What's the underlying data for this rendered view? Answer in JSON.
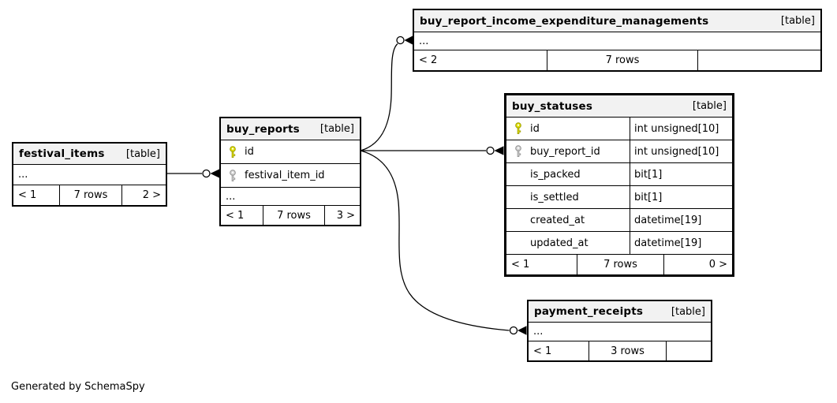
{
  "page": {
    "footer_note": "Generated by SchemaSpy"
  },
  "colors": {
    "header_bg": "#f2f2f2",
    "border": "#000000",
    "pk_key": "#e4e400",
    "fk_key": "#d6d6d6"
  },
  "icons": {
    "primary_key": "key-icon-yellow",
    "foreign_key": "key-icon-gray"
  },
  "tables": {
    "festival_items": {
      "name": "festival_items",
      "tag": "[table]",
      "ellipsis": "...",
      "footer": {
        "left": "< 1",
        "center": "7 rows",
        "right": "2 >"
      }
    },
    "buy_reports": {
      "name": "buy_reports",
      "tag": "[table]",
      "ellipsis": "...",
      "columns": [
        {
          "name": "id",
          "key": "primary"
        },
        {
          "name": "festival_item_id",
          "key": "foreign"
        }
      ],
      "footer": {
        "left": "< 1",
        "center": "7 rows",
        "right": "3 >"
      }
    },
    "buy_report_income_expenditure_managements": {
      "name": "buy_report_income_expenditure_managements",
      "tag": "[table]",
      "ellipsis": "...",
      "footer": {
        "left": "< 2",
        "center": "7 rows",
        "right": ""
      }
    },
    "buy_statuses": {
      "name": "buy_statuses",
      "tag": "[table]",
      "columns": [
        {
          "name": "id",
          "type": "int unsigned[10]",
          "key": "primary"
        },
        {
          "name": "buy_report_id",
          "type": "int unsigned[10]",
          "key": "foreign"
        },
        {
          "name": "is_packed",
          "type": "bit[1]",
          "key": "none"
        },
        {
          "name": "is_settled",
          "type": "bit[1]",
          "key": "none"
        },
        {
          "name": "created_at",
          "type": "datetime[19]",
          "key": "none"
        },
        {
          "name": "updated_at",
          "type": "datetime[19]",
          "key": "none"
        }
      ],
      "footer": {
        "left": "< 1",
        "center": "7 rows",
        "right": "0 >"
      }
    },
    "payment_receipts": {
      "name": "payment_receipts",
      "tag": "[table]",
      "ellipsis": "...",
      "footer": {
        "left": "< 1",
        "center": "3 rows",
        "right": ""
      }
    }
  },
  "relationships": [
    {
      "from": "festival_items",
      "to": "buy_reports.festival_item_id"
    },
    {
      "from": "buy_reports.id",
      "to": "buy_report_income_expenditure_managements"
    },
    {
      "from": "buy_reports.id",
      "to": "buy_statuses.buy_report_id"
    },
    {
      "from": "buy_reports.id",
      "to": "payment_receipts"
    }
  ]
}
